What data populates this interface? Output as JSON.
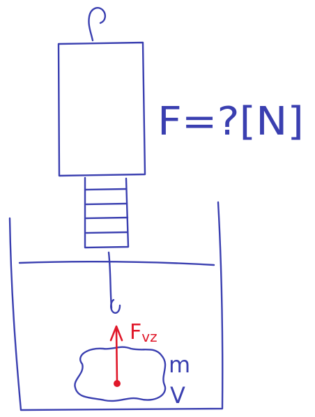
{
  "diagram": {
    "force_question_label": "F=?[N]",
    "buoyant_force_label": "F",
    "buoyant_force_subscript": "vz",
    "mass_label": "m",
    "volume_label": "V",
    "colors": {
      "ink": "#3a3fb0",
      "force_arrow": "#e0182a",
      "background": "#ffffff"
    }
  }
}
